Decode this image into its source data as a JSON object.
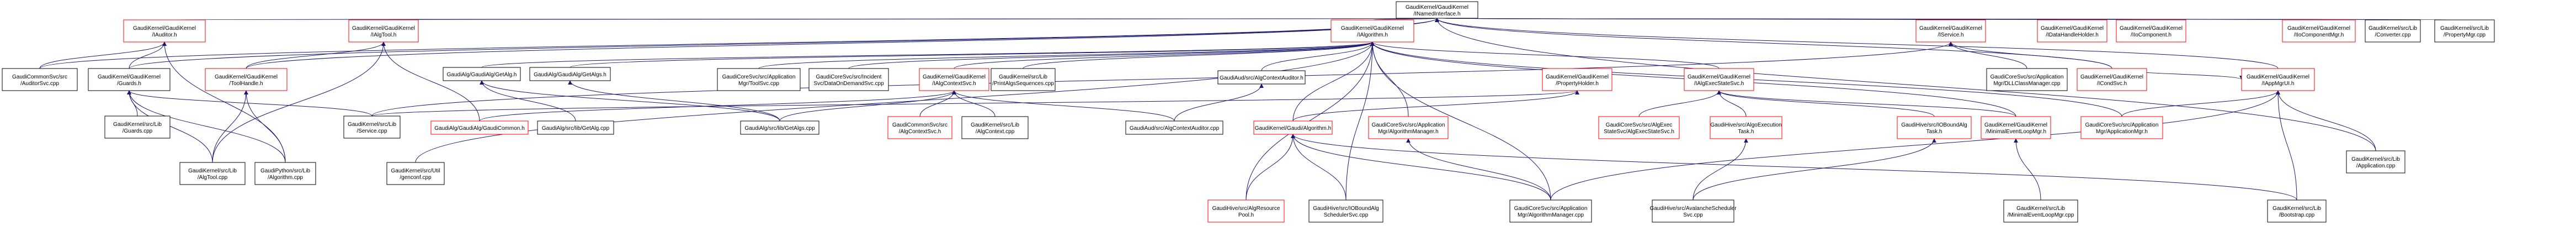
{
  "diagram": {
    "type": "doxygen-include-dependency-graph",
    "colors": {
      "edge": "#191970",
      "root_fill": "#bfbfbf",
      "root_border": "#000000",
      "header_border": "#ff0000",
      "file_border": "#000000",
      "background": "#ffffff"
    },
    "root": {
      "id": "root",
      "lines": [
        "GaudiKernel/GaudiKernel",
        "/INamedInterface.h"
      ],
      "kind": "root"
    },
    "nodes": [
      {
        "id": "iauditor",
        "lines": [
          "GaudiKernel/GaudiKernel",
          "/IAuditor.h"
        ],
        "kind": "header"
      },
      {
        "id": "ialgtool",
        "lines": [
          "GaudiKernel/GaudiKernel",
          "/IAlgTool.h"
        ],
        "kind": "header"
      },
      {
        "id": "ialgorithm",
        "lines": [
          "GaudiKernel/GaudiKernel",
          "/IAlgorithm.h"
        ],
        "kind": "header"
      },
      {
        "id": "iservice",
        "lines": [
          "GaudiKernel/GaudiKernel",
          "/IService.h"
        ],
        "kind": "header"
      },
      {
        "id": "idatahandleholder",
        "lines": [
          "GaudiKernel/GaudiKernel",
          "/IDataHandleHolder.h"
        ],
        "kind": "header"
      },
      {
        "id": "iiocomponent",
        "lines": [
          "GaudiKernel/GaudiKernel",
          "/IIoComponent.h"
        ],
        "kind": "header"
      },
      {
        "id": "iiocomponentmgr",
        "lines": [
          "GaudiKernel/GaudiKernel",
          "/IIoComponentMgr.h"
        ],
        "kind": "header"
      },
      {
        "id": "converter",
        "lines": [
          "GaudiKernel/src/Lib",
          "/Converter.cpp"
        ],
        "kind": "file"
      },
      {
        "id": "propertymgr",
        "lines": [
          "GaudiKernel/src/Lib",
          "/PropertyMgr.cpp"
        ],
        "kind": "file"
      },
      {
        "id": "auditorsvc",
        "lines": [
          "GaudiCommonSvc/src",
          "/AuditorSvc.cpp"
        ],
        "kind": "file"
      },
      {
        "id": "guards_h",
        "lines": [
          "GaudiKernel/GaudiKernel",
          "/Guards.h"
        ],
        "kind": "file"
      },
      {
        "id": "toolhandle",
        "lines": [
          "GaudiKernel/GaudiKernel",
          "/ToolHandle.h"
        ],
        "kind": "header"
      },
      {
        "id": "getalg_h",
        "lines": [
          "GaudiAlg/GaudiAlg/GetAlg.h"
        ],
        "kind": "file"
      },
      {
        "id": "getalgs_h",
        "lines": [
          "GaudiAlg/GaudiAlg/GetAlgs.h"
        ],
        "kind": "file"
      },
      {
        "id": "toolsvc",
        "lines": [
          "GaudiCoreSvc/src/Application",
          "Mgr/ToolSvc.cpp"
        ],
        "kind": "file"
      },
      {
        "id": "dataondemand",
        "lines": [
          "GaudiCoreSvc/src/Incident",
          "Svc/DataOnDemandSvc.cpp"
        ],
        "kind": "file"
      },
      {
        "id": "ialgcontextsvc",
        "lines": [
          "GaudiKernel/GaudiKernel",
          "/IAlgContextSvc.h"
        ],
        "kind": "header"
      },
      {
        "id": "printalgsseq",
        "lines": [
          "GaudiKernel/src/Lib",
          "/PrintAlgsSequences.cpp"
        ],
        "kind": "file"
      },
      {
        "id": "algcontextauditor_h",
        "lines": [
          "GaudiAud/src/AlgContextAuditor.h"
        ],
        "kind": "file"
      },
      {
        "id": "propertyholder",
        "lines": [
          "GaudiKernel/GaudiKernel",
          "/PropertyHolder.h"
        ],
        "kind": "header"
      },
      {
        "id": "ialgexecstatesvc",
        "lines": [
          "GaudiKernel/GaudiKernel",
          "/IAlgExecStateSvc.h"
        ],
        "kind": "header"
      },
      {
        "id": "dllclassmanager",
        "lines": [
          "GaudiCoreSvc/src/Application",
          "Mgr/DLLClassManager.cpp"
        ],
        "kind": "file"
      },
      {
        "id": "icondsvc",
        "lines": [
          "GaudiKernel/GaudiKernel",
          "/ICondSvc.h"
        ],
        "kind": "header"
      },
      {
        "id": "iappmgrui",
        "lines": [
          "GaudiKernel/GaudiKernel",
          "/IAppMgrUI.h"
        ],
        "kind": "header"
      },
      {
        "id": "guards_cpp",
        "lines": [
          "GaudiKernel/src/Lib",
          "/Guards.cpp"
        ],
        "kind": "file"
      },
      {
        "id": "service_cpp",
        "lines": [
          "GaudiKernel/src/Lib",
          "/Service.cpp"
        ],
        "kind": "file"
      },
      {
        "id": "gaudicommon_h",
        "lines": [
          "GaudiAlg/GaudiAlg/GaudiCommon.h"
        ],
        "kind": "header"
      },
      {
        "id": "getalg_cpp",
        "lines": [
          "GaudiAlg/src/lib/GetAlg.cpp"
        ],
        "kind": "file"
      },
      {
        "id": "getalgs_cpp",
        "lines": [
          "GaudiAlg/src/lib/GetAlgs.cpp"
        ],
        "kind": "file"
      },
      {
        "id": "algcontextsvc_h",
        "lines": [
          "GaudiCommonSvc/src",
          "/AlgContextSvc.h"
        ],
        "kind": "header"
      },
      {
        "id": "algcontext_cpp",
        "lines": [
          "GaudiKernel/src/Lib",
          "/AlgContext.cpp"
        ],
        "kind": "file"
      },
      {
        "id": "algcontextauditor_cpp",
        "lines": [
          "GaudiAud/src/AlgContextAuditor.cpp"
        ],
        "kind": "file"
      },
      {
        "id": "gaudi_algorithm_h",
        "lines": [
          "GaudiKernel/Gaudi/Algorithm.h"
        ],
        "kind": "header"
      },
      {
        "id": "algorithmmanager_h",
        "lines": [
          "GaudiCoreSvc/src/Application",
          "Mgr/AlgorithmManager.h"
        ],
        "kind": "header"
      },
      {
        "id": "algexecstatesvc_h",
        "lines": [
          "GaudiCoreSvc/src/AlgExec",
          "StateSvc/AlgExecStateSvc.h"
        ],
        "kind": "header"
      },
      {
        "id": "algoexecutiontask_h",
        "lines": [
          "GaudiHive/src/AlgoExecution",
          "Task.h"
        ],
        "kind": "header"
      },
      {
        "id": "ioboundalgtask_h",
        "lines": [
          "GaudiHive/src/IOBoundAlg",
          "Task.h"
        ],
        "kind": "header"
      },
      {
        "id": "minimaleventloopmgr_h",
        "lines": [
          "GaudiKernel/GaudiKernel",
          "/MinimalEventLoopMgr.h"
        ],
        "kind": "header"
      },
      {
        "id": "applicationmgr_h",
        "lines": [
          "GaudiCoreSvc/src/Application",
          "Mgr/ApplicationMgr.h"
        ],
        "kind": "header"
      },
      {
        "id": "application_cpp",
        "lines": [
          "GaudiKernel/src/Lib",
          "/Application.cpp"
        ],
        "kind": "file"
      },
      {
        "id": "algtool_cpp",
        "lines": [
          "GaudiKernel/src/Lib",
          "/AlgTool.cpp"
        ],
        "kind": "file"
      },
      {
        "id": "gaudipython_algorithm_cpp",
        "lines": [
          "GaudiPython/src/Lib",
          "/Algorithm.cpp"
        ],
        "kind": "file"
      },
      {
        "id": "genconf_cpp",
        "lines": [
          "GaudiKernel/src/Util",
          "/genconf.cpp"
        ],
        "kind": "file"
      },
      {
        "id": "algresourcepool_h",
        "lines": [
          "GaudiHive/src/AlgResource",
          "Pool.h"
        ],
        "kind": "header"
      },
      {
        "id": "ioboundalgschedulersvc",
        "lines": [
          "GaudiHive/src/IOBoundAlg",
          "SchedulerSvc.cpp"
        ],
        "kind": "file"
      },
      {
        "id": "algorithmmanager_cpp",
        "lines": [
          "GaudiCoreSvc/src/Application",
          "Mgr/AlgorithmManager.cpp"
        ],
        "kind": "file"
      },
      {
        "id": "avalanchescheduler",
        "lines": [
          "GaudiHive/src/AvalancheScheduler",
          "Svc.cpp"
        ],
        "kind": "file"
      },
      {
        "id": "minimaleventloopmgr_cpp",
        "lines": [
          "GaudiKernel/src/Lib",
          "/MinimalEventLoopMgr.cpp"
        ],
        "kind": "file"
      },
      {
        "id": "bootstrap_cpp",
        "lines": [
          "GaudiKernel/src/Lib",
          "/Bootstrap.cpp"
        ],
        "kind": "file"
      }
    ],
    "edges": [
      [
        "iauditor",
        "root"
      ],
      [
        "ialgtool",
        "root"
      ],
      [
        "ialgorithm",
        "root"
      ],
      [
        "iservice",
        "root"
      ],
      [
        "idatahandleholder",
        "root"
      ],
      [
        "iiocomponent",
        "root"
      ],
      [
        "iiocomponentmgr",
        "root"
      ],
      [
        "converter",
        "root"
      ],
      [
        "propertymgr",
        "root"
      ],
      [
        "auditorsvc",
        "root"
      ],
      [
        "guards_h",
        "root"
      ],
      [
        "toolhandle",
        "root"
      ],
      [
        "iappmgrui",
        "root"
      ],
      [
        "icondsvc",
        "root"
      ],
      [
        "application_cpp",
        "root"
      ],
      [
        "auditorsvc",
        "iauditor"
      ],
      [
        "guards_h",
        "iauditor"
      ],
      [
        "gaudipython_algorithm_cpp",
        "iauditor"
      ],
      [
        "toolhandle",
        "ialgtool"
      ],
      [
        "algtool_cpp",
        "ialgtool"
      ],
      [
        "gaudicommon_h",
        "ialgtool"
      ],
      [
        "guards_cpp",
        "guards_h"
      ],
      [
        "algtool_cpp",
        "guards_h"
      ],
      [
        "gaudipython_algorithm_cpp",
        "guards_h"
      ],
      [
        "service_cpp",
        "guards_h"
      ],
      [
        "algtool_cpp",
        "toolhandle"
      ],
      [
        "gaudipython_algorithm_cpp",
        "toolhandle"
      ],
      [
        "getalg_h",
        "ialgorithm"
      ],
      [
        "getalgs_h",
        "ialgorithm"
      ],
      [
        "toolsvc",
        "ialgorithm"
      ],
      [
        "dataondemand",
        "ialgorithm"
      ],
      [
        "ialgcontextsvc",
        "ialgorithm"
      ],
      [
        "printalgsseq",
        "ialgorithm"
      ],
      [
        "algcontextauditor_h",
        "ialgorithm"
      ],
      [
        "gaudi_algorithm_h",
        "ialgorithm"
      ],
      [
        "algorithmmanager_h",
        "ialgorithm"
      ],
      [
        "algorithmmanager_cpp",
        "ialgorithm"
      ],
      [
        "ioboundalgschedulersvc",
        "ialgorithm"
      ],
      [
        "algresourcepool_h",
        "ialgorithm"
      ],
      [
        "ialgexecstatesvc",
        "ialgorithm"
      ],
      [
        "minimaleventloopmgr_h",
        "ialgorithm"
      ],
      [
        "applicationmgr_h",
        "ialgorithm"
      ],
      [
        "genconf_cpp",
        "ialgorithm"
      ],
      [
        "getalg_cpp",
        "getalg_h"
      ],
      [
        "getalgs_cpp",
        "getalg_h"
      ],
      [
        "getalgs_cpp",
        "getalgs_h"
      ],
      [
        "algcontextsvc_h",
        "ialgcontextsvc"
      ],
      [
        "algcontext_cpp",
        "ialgcontextsvc"
      ],
      [
        "gaudicommon_h",
        "ialgcontextsvc"
      ],
      [
        "getalgs_cpp",
        "ialgcontextsvc"
      ],
      [
        "algcontextauditor_cpp",
        "ialgcontextsvc"
      ],
      [
        "algcontextauditor_cpp",
        "algcontextauditor_h"
      ],
      [
        "algresourcepool_h",
        "gaudi_algorithm_h"
      ],
      [
        "ioboundalgschedulersvc",
        "gaudi_algorithm_h"
      ],
      [
        "algorithmmanager_cpp",
        "gaudi_algorithm_h"
      ],
      [
        "bootstrap_cpp",
        "gaudi_algorithm_h"
      ],
      [
        "gaudi_algorithm_h",
        "propertyholder"
      ],
      [
        "service_cpp",
        "propertyholder"
      ],
      [
        "algexecstatesvc_h",
        "ialgexecstatesvc"
      ],
      [
        "algoexecutiontask_h",
        "ialgexecstatesvc"
      ],
      [
        "ioboundalgtask_h",
        "ialgexecstatesvc"
      ],
      [
        "minimaleventloopmgr_h",
        "ialgexecstatesvc"
      ],
      [
        "avalanchescheduler",
        "algoexecutiontask_h"
      ],
      [
        "avalanchescheduler",
        "ioboundalgtask_h"
      ],
      [
        "algorithmmanager_cpp",
        "algorithmmanager_h"
      ],
      [
        "minimaleventloopmgr_cpp",
        "minimaleventloopmgr_h"
      ],
      [
        "dllclassmanager",
        "iservice"
      ],
      [
        "icondsvc",
        "iservice"
      ],
      [
        "service_cpp",
        "iservice"
      ],
      [
        "applicationmgr_h",
        "iappmgrui"
      ],
      [
        "bootstrap_cpp",
        "iappmgrui"
      ],
      [
        "application_cpp",
        "iappmgrui"
      ],
      [
        "algorithmmanager_cpp",
        "iappmgrui"
      ],
      [
        "icondsvc",
        "iappmgrui"
      ]
    ]
  }
}
